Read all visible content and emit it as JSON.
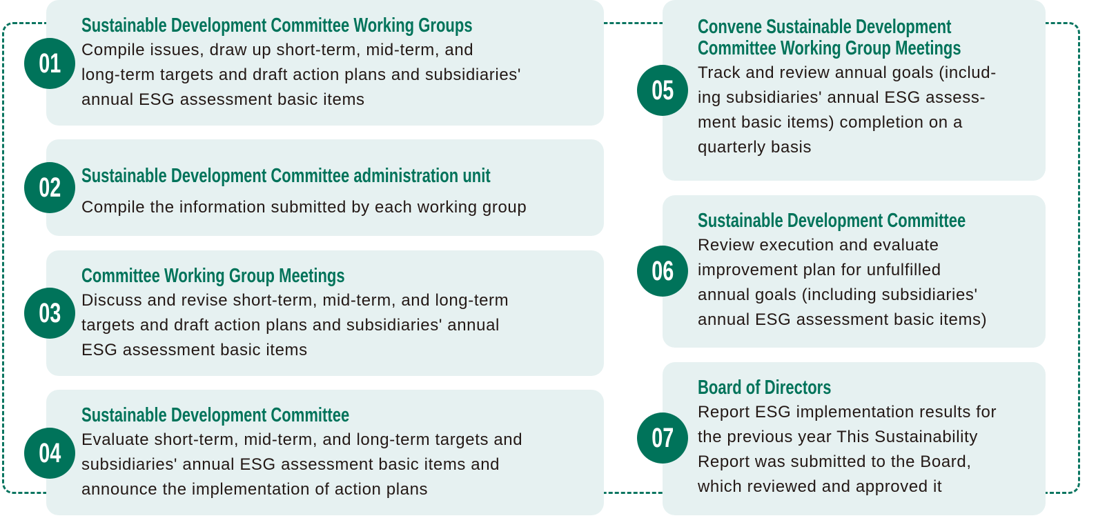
{
  "steps": [
    {
      "num": "01",
      "title": [
        "Sustainable Development Committee Working Groups"
      ],
      "body": [
        "Compile issues, draw up short-term, mid-term, and",
        "long-term targets and draft action plans and subsidiaries'",
        "annual ESG assessment basic items"
      ]
    },
    {
      "num": "02",
      "title": [
        "Sustainable Development Committee administration unit"
      ],
      "body": [
        "Compile the information submitted by each working group"
      ]
    },
    {
      "num": "03",
      "title": [
        "Committee Working Group Meetings"
      ],
      "body": [
        "Discuss and revise short-term, mid-term, and long-term",
        "targets and draft action plans and subsidiaries' annual",
        "ESG assessment basic items"
      ]
    },
    {
      "num": "04",
      "title": [
        "Sustainable Development Committee"
      ],
      "body": [
        "Evaluate short-term, mid-term, and long-term targets and",
        "subsidiaries' annual ESG assessment basic items and",
        "announce the implementation of action plans"
      ]
    },
    {
      "num": "05",
      "title": [
        "Convene Sustainable Development",
        "Committee Working Group Meetings"
      ],
      "body": [
        "Track and review annual goals (includ-",
        "ing subsidiaries' annual ESG assess-",
        "ment basic items) completion on a",
        "quarterly basis"
      ]
    },
    {
      "num": "06",
      "title": [
        "Sustainable Development Committee"
      ],
      "body": [
        "Review execution and evaluate",
        "improvement plan for unfulfilled",
        "annual goals (including subsidiaries'",
        "annual ESG assessment basic items)"
      ]
    },
    {
      "num": "07",
      "title": [
        "Board of Directors"
      ],
      "body": [
        "Report ESG implementation results for",
        "the previous year This Sustainability",
        "Report was submitted to the Board,",
        "which reviewed and approved it"
      ]
    }
  ],
  "colors": {
    "accent": "#00735a",
    "card": "#e6f1f1",
    "text": "#231815"
  }
}
